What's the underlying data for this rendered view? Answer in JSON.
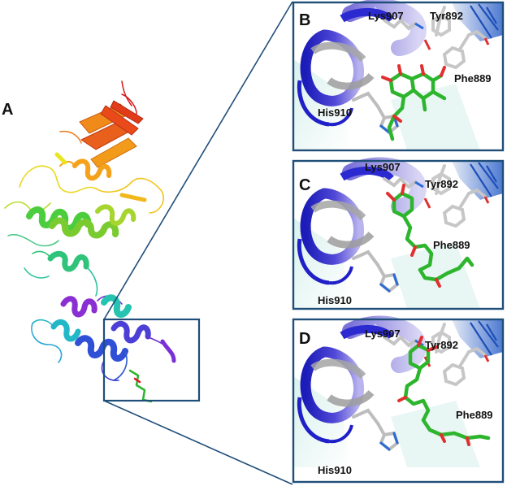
{
  "colors": {
    "frame": "#1f4e79",
    "ligand": "#2db52d",
    "ligand_dark": "#1a7f1a",
    "helix_blue": "#2222cc",
    "helix_light": "#8a7fd9",
    "sidechain": "#c9c9c9",
    "spectrum": [
      "#d7191c",
      "#f07818",
      "#f5b81a",
      "#e9e61f",
      "#8fd13a",
      "#2fc47a",
      "#22b3c4",
      "#2f6bd6",
      "#6b2fd1"
    ]
  },
  "panel_a": {
    "label": "A"
  },
  "panels": [
    {
      "label": "B",
      "residues": {
        "lys": "Lys907",
        "tyr": "Tyr892",
        "phe": "Phe889",
        "his": "His910"
      }
    },
    {
      "label": "C",
      "residues": {
        "lys": "Lys907",
        "tyr": "Tyr892",
        "phe": "Phe889",
        "his": "His910"
      }
    },
    {
      "label": "D",
      "residues": {
        "lys": "Lys907",
        "tyr": "Tyr892",
        "phe": "Phe889",
        "his": "His910"
      }
    }
  ]
}
